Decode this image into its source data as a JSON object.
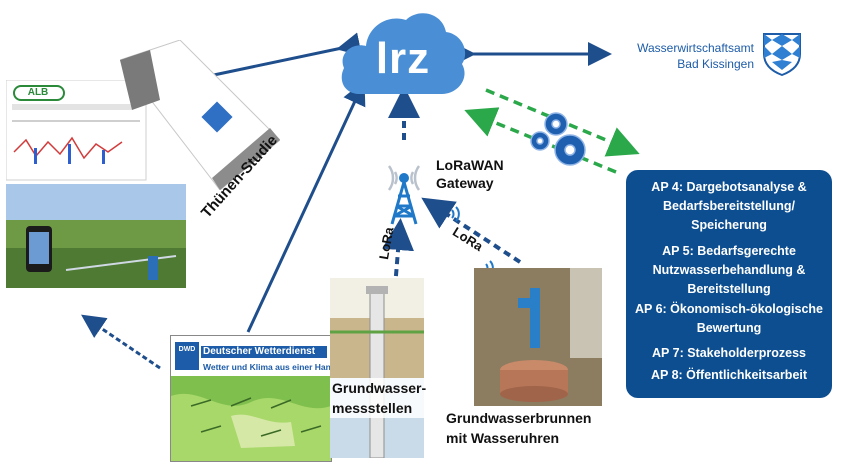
{
  "cloud": {
    "label": "lrz"
  },
  "water_authority": {
    "line1": "Wasserwirtschaftsamt",
    "line2": "Bad Kissingen"
  },
  "gateway": {
    "line1": "LoRaWAN",
    "line2": "Gateway"
  },
  "lora_labels": [
    "LoRa",
    "LoRa"
  ],
  "thuenen": {
    "label": "Thünen-Studie"
  },
  "alb": {
    "logo": "ALB"
  },
  "dwd": {
    "name": "Deutscher Wetterdienst",
    "tagline": "Wetter und Klima aus einer Hand",
    "logo": "DWD"
  },
  "messstellen": {
    "line1": "Grundwasser-",
    "line2": "messstellen"
  },
  "brunnen": {
    "line1": "Grundwasserbrunnen",
    "line2": "mit Wasseruhren"
  },
  "work_packages": [
    "AP 4: Dargebotsanalyse & Bedarfsbereitstellung/ Speicherung",
    "AP 5: Bedarfsgerechte Nutzwasserbehandlung & Bereitstellung",
    "AP 6: Ökonomisch-ökologische Bewertung",
    "AP 7: Stakeholderprozess",
    "AP 8: Öffentlichkeitsarbeit"
  ],
  "colors": {
    "arrow_blue": "#1f4e8c",
    "cloud_blue": "#4a8fd6",
    "box_blue": "#0d4e91",
    "dashed_green": "#2aa84a"
  }
}
